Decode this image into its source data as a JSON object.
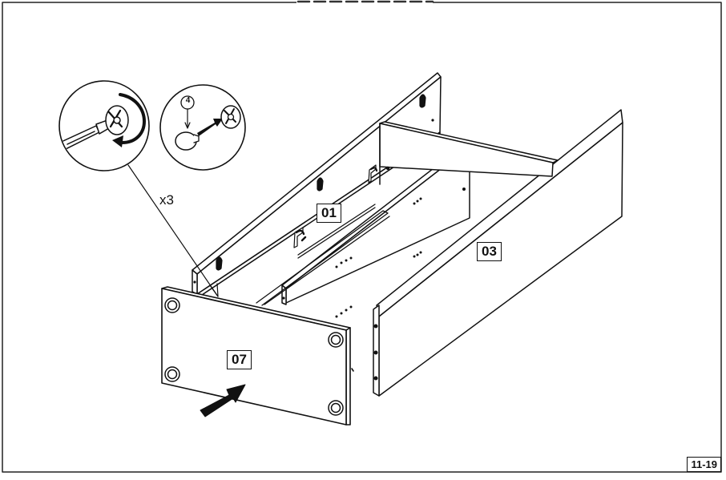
{
  "labels": {
    "part_01": "01",
    "part_03": "03",
    "part_07": "07",
    "multiplier": "x3",
    "callout_number": "4",
    "page_code": "11-19"
  },
  "colors": {
    "line": "#111111",
    "background": "#ffffff",
    "dark_fill": "#222222"
  }
}
